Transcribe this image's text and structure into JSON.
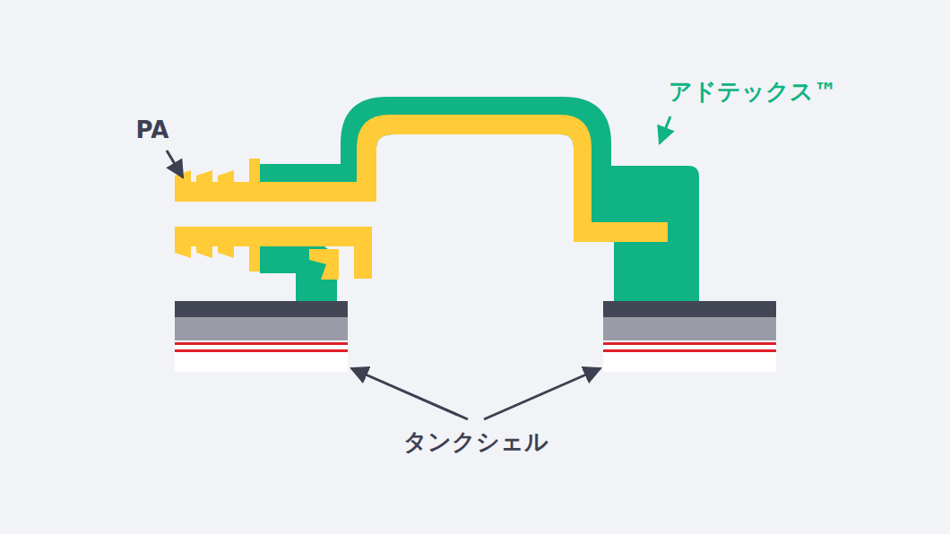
{
  "diagram": {
    "labels": [
      "PA",
      "アドテックス™",
      "タンクシェル"
    ]
  }
}
